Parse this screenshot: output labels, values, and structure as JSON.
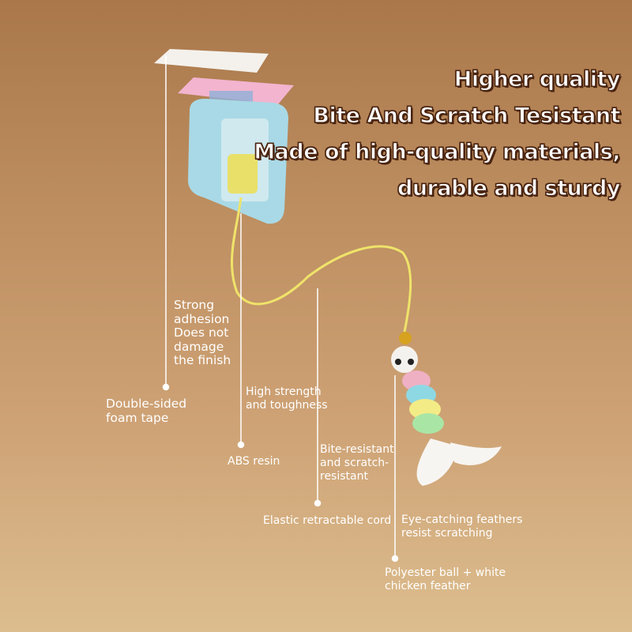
{
  "headline": [
    "Higher quality",
    "Bite And Scratch Tesistant",
    "Made of high-quality materials,",
    "durable and sturdy"
  ],
  "labels": {
    "strong_adhesion": [
      "Strong",
      "adhesion",
      "Does not",
      "damage",
      "the finish"
    ],
    "foam_tape": [
      "Double-sided",
      "foam tape"
    ],
    "high_strength": [
      "High strength",
      "and toughness"
    ],
    "abs": [
      "ABS resin"
    ],
    "bite_resistant": [
      "Bite-resistant",
      "and scratch-",
      "resistant"
    ],
    "cord": [
      "Elastic retractable cord"
    ],
    "feathers": [
      "Eye-catching feathers",
      "resist scratching"
    ],
    "ball": [
      "Polyester ball + white",
      "chicken feather"
    ]
  },
  "colors": {
    "cord": "#efe36a",
    "mount": "#a9d9e6",
    "pink": "#f2b4cf"
  }
}
